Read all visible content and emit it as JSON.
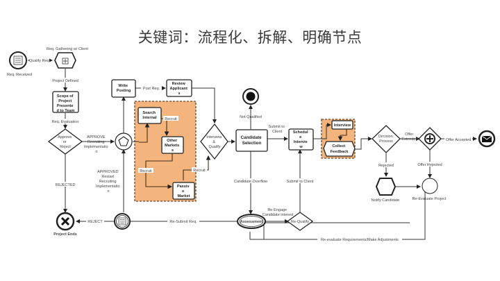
{
  "title": "关键词：流程化、拆解、明确节点",
  "nodes": {
    "req_received": "Req. Received",
    "req_gathering": "Req. Gathering w/ Client",
    "scope": [
      "Scope of",
      "Project",
      "Presente",
      "d to Team"
    ],
    "approve_reject": [
      "Approve",
      "or",
      "Reject"
    ],
    "project_ends": "Project Ends",
    "write_posting": [
      "Write",
      "Posting"
    ],
    "review_applicants": [
      "Review",
      "Applicant",
      "s"
    ],
    "search_internal": [
      "Search",
      "Internal"
    ],
    "other_markets": [
      "Other",
      "Markets",
      "s"
    ],
    "passive_market": [
      "Passiv",
      "e",
      "Market"
    ],
    "interview_qualify": [
      "Interview",
      "&",
      "Qualify"
    ],
    "candidate_selection": [
      "Candidate",
      "Selection"
    ],
    "schedule_interview": [
      "Schedul",
      "e",
      "Intervie",
      "w"
    ],
    "interview": "Interview",
    "collect_feedback": [
      "Collect",
      "Feedback"
    ],
    "decision_process": [
      "Decision",
      "Process"
    ],
    "notify_candidate": "Notify Candidate",
    "re_evaluate_project": "Re-Evaluate Project",
    "assessment": "Assessment",
    "re_qualify": "Re-Qualify"
  },
  "edges": {
    "qualify_req": "Qualify Req.",
    "project_defined": "Project Defined",
    "req_evaluation": "Req. Evaluation",
    "approve_recruiting": [
      "APPROVE",
      "Recruiting",
      "Implementatio",
      "n"
    ],
    "approved_restart": [
      "APPROVED",
      "Restart",
      "Recruiting",
      "Implementatio",
      "n"
    ],
    "rejected": "REJECTED",
    "reject": "REJECT",
    "resubmit_req": "Re-Submit Req.",
    "post_req": "Post Req.",
    "recruit_1": "Recruit",
    "recruit_2": "Recruit",
    "recruit_3": "Recruit",
    "not_qualified": "Not Qualified",
    "submit_to_client": [
      "Submit to",
      "Client"
    ],
    "candidate_overflow": "Candidate Overflow",
    "submit_client": "Submit to Client",
    "re_engage": [
      "Re-Engage",
      "Candidate interest"
    ],
    "rejected_2": "Rejected",
    "offer_extended": [
      "Offer",
      "Extended"
    ],
    "offer_accepted": "Offer Accepted",
    "offer_rejected": "Offer Rejected",
    "re_evaluate_requirements": "Re-evaluate Requirements/Make Adjustments"
  },
  "colors": {
    "group_fill": "#f3b47e",
    "group_border": "#6b4a2a",
    "line": "#333333"
  }
}
